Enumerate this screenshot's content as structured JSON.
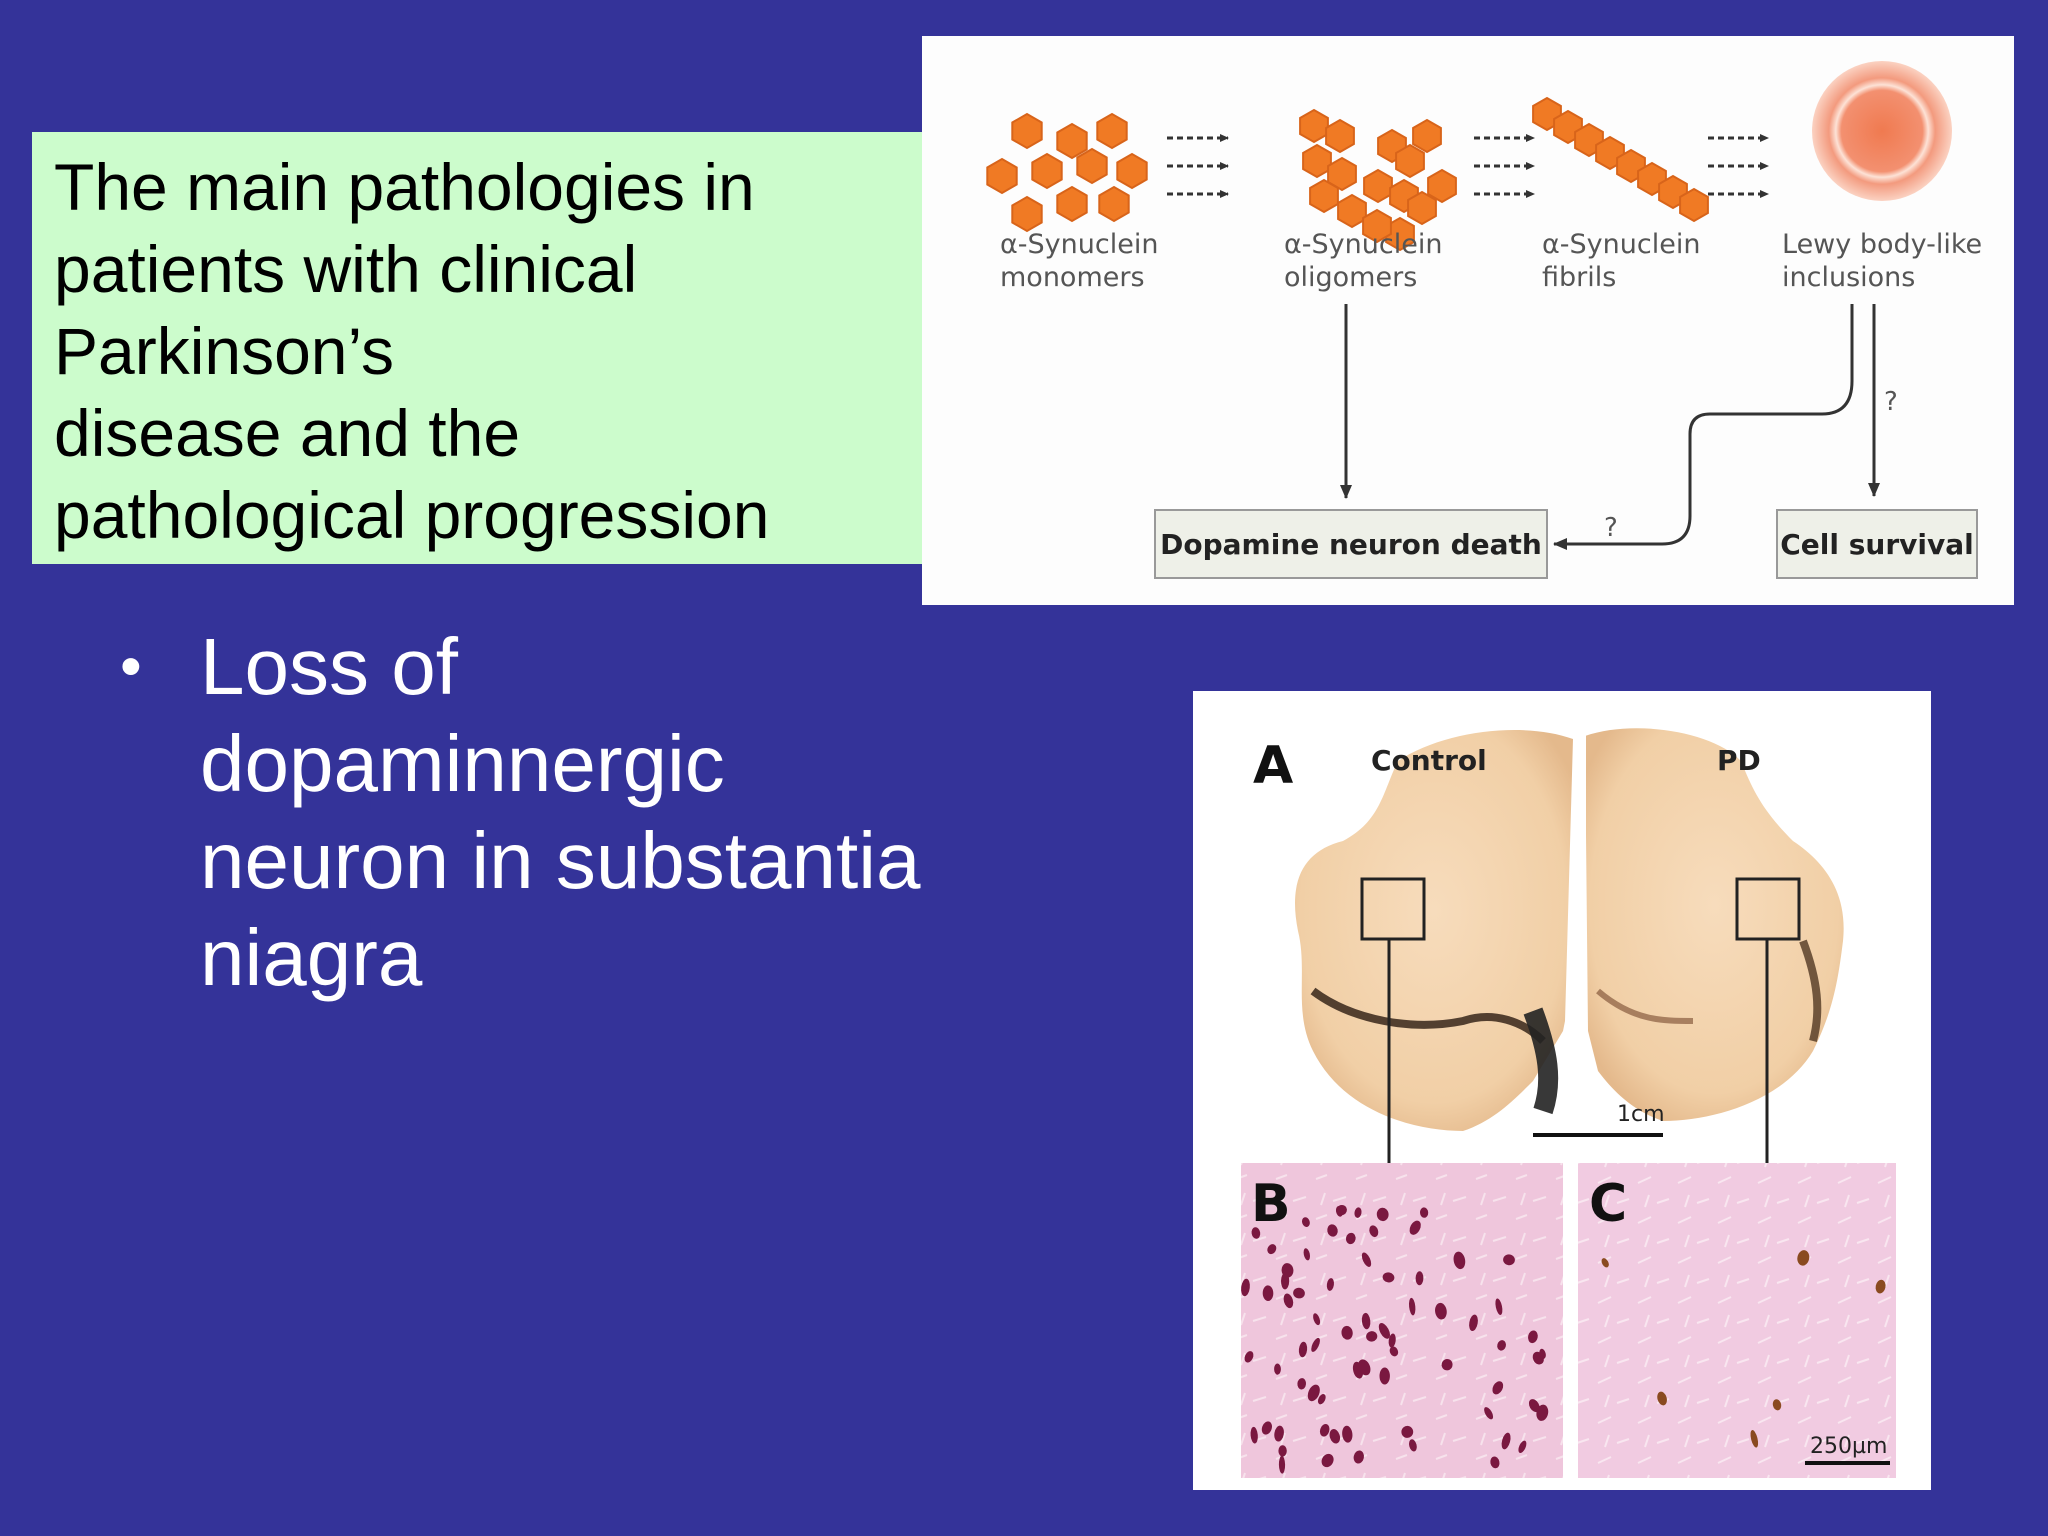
{
  "title": {
    "lines": [
      "The main pathologies in",
      "patients with clinical",
      "Parkinson’s",
      "disease and the",
      "pathological progression"
    ]
  },
  "bullet": {
    "marker": "•",
    "lines": [
      "Loss of",
      "dopaminnergic",
      "neuron in substantia",
      "niagra"
    ]
  },
  "diagram": {
    "stages": [
      {
        "line1": "α-Synuclein",
        "line2": "monomers"
      },
      {
        "line1": "α-Synuclein",
        "line2": "oligomers"
      },
      {
        "line1": "α-Synuclein",
        "line2": "fibrils"
      },
      {
        "line1": "Lewy body-like",
        "line2": "inclusions"
      }
    ],
    "outcome_death": "Dopamine neuron death",
    "outcome_survival": "Cell survival",
    "question_left": "?",
    "question_right": "?",
    "colors": {
      "particle": "#f07a24",
      "particle_stroke": "#d8641a",
      "inclusion": "#f28a6a"
    }
  },
  "micrograph": {
    "panel_a": "A",
    "panel_b": "B",
    "panel_c": "C",
    "label_control": "Control",
    "label_pd": "PD",
    "scale_1": "1cm",
    "scale_2": "250µm"
  }
}
